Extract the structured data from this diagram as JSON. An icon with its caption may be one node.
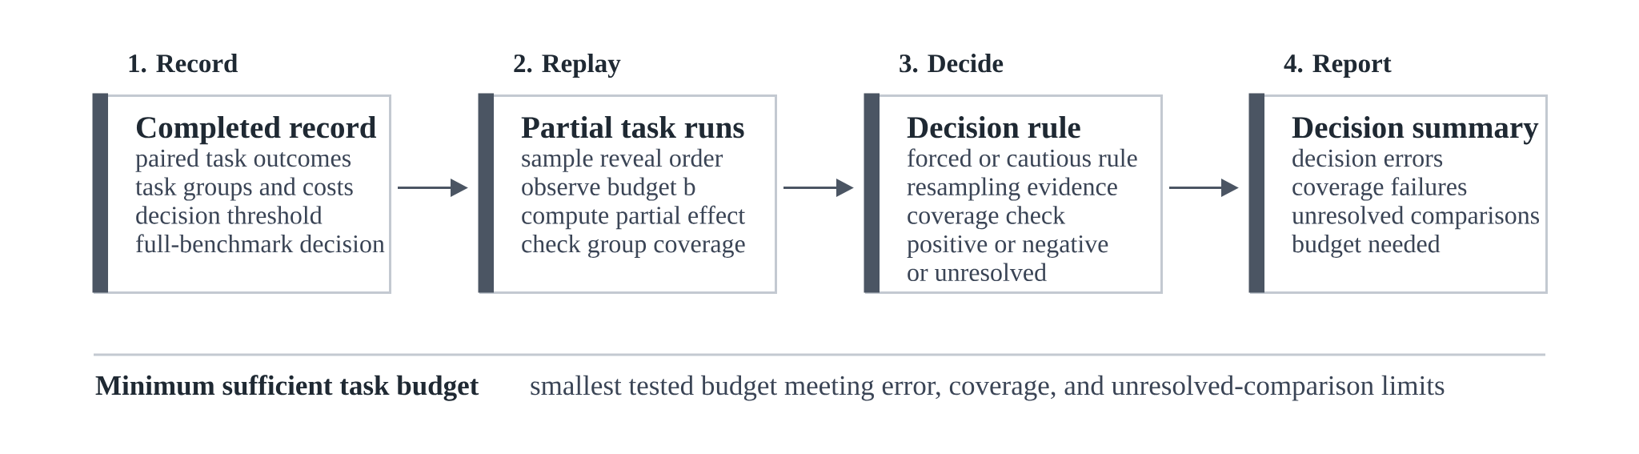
{
  "diagram": {
    "nodes": [
      {
        "text": [
          "1. Record",
          "Completed record",
          "paired task outcomes",
          "task groups and costs",
          "decision threshold",
          "full-benchmark decision"
        ]
      },
      {
        "text": [
          "2. Replay",
          "Partial task runs",
          "sample reveal order",
          "observe budget b",
          "compute partial effect",
          "check group coverage"
        ]
      },
      {
        "text": [
          "3. Decide",
          "Decision rule",
          "forced or cautious rule",
          "resampling evidence",
          "coverage check",
          "positive or negative",
          "or unresolved"
        ]
      },
      {
        "text": [
          "4. Report",
          "Decision summary",
          "decision errors",
          "coverage failures",
          "unresolved comparisons",
          "budget needed"
        ]
      }
    ],
    "edges": [
      {
        "from": 0,
        "to": 1,
        "arrow": "to"
      },
      {
        "from": 1,
        "to": 2,
        "arrow": "to"
      },
      {
        "from": 2,
        "to": 3,
        "arrow": "to"
      }
    ],
    "labels": [
      "Minimum sufficient task budget",
      "smallest tested budget meeting error, coverage, and unresolved-comparison limits"
    ]
  }
}
